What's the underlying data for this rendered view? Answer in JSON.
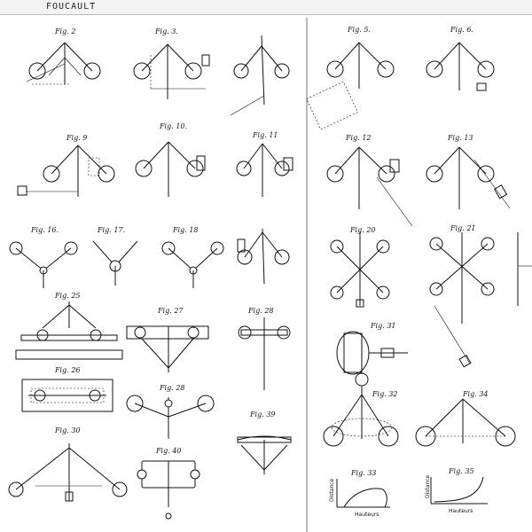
{
  "header": {
    "title": "FOUCAULT"
  },
  "figures": [
    {
      "label": "Fig. 2"
    },
    {
      "label": "Fig. 3."
    },
    {
      "label": "Fig. 5."
    },
    {
      "label": "Fig. 6."
    },
    {
      "label": "Fig. 9"
    },
    {
      "label": "Fig. 10."
    },
    {
      "label": "Fig. 11"
    },
    {
      "label": "Fig. 12"
    },
    {
      "label": "Fig. 13"
    },
    {
      "label": "Fig. 16."
    },
    {
      "label": "Fig. 17."
    },
    {
      "label": "Fig. 18"
    },
    {
      "label": "Fig. 20"
    },
    {
      "label": "Fig. 21"
    },
    {
      "label": "Fig. 25"
    },
    {
      "label": "Fig. 27"
    },
    {
      "label": "Fig. 28"
    },
    {
      "label": "Fig. 31"
    },
    {
      "label": "Fig. 26"
    },
    {
      "label": "Fig. 28"
    },
    {
      "label": "Fig. 32"
    },
    {
      "label": "Fig. 34"
    },
    {
      "label": "Fig. 30"
    },
    {
      "label": "Fig. 39"
    },
    {
      "label": "Fig. 40"
    },
    {
      "label": "Fig. 33"
    },
    {
      "label": "Fig. 35"
    }
  ],
  "graph_labels": {
    "y_label": "Distance",
    "x_label": "Hauteurs"
  }
}
